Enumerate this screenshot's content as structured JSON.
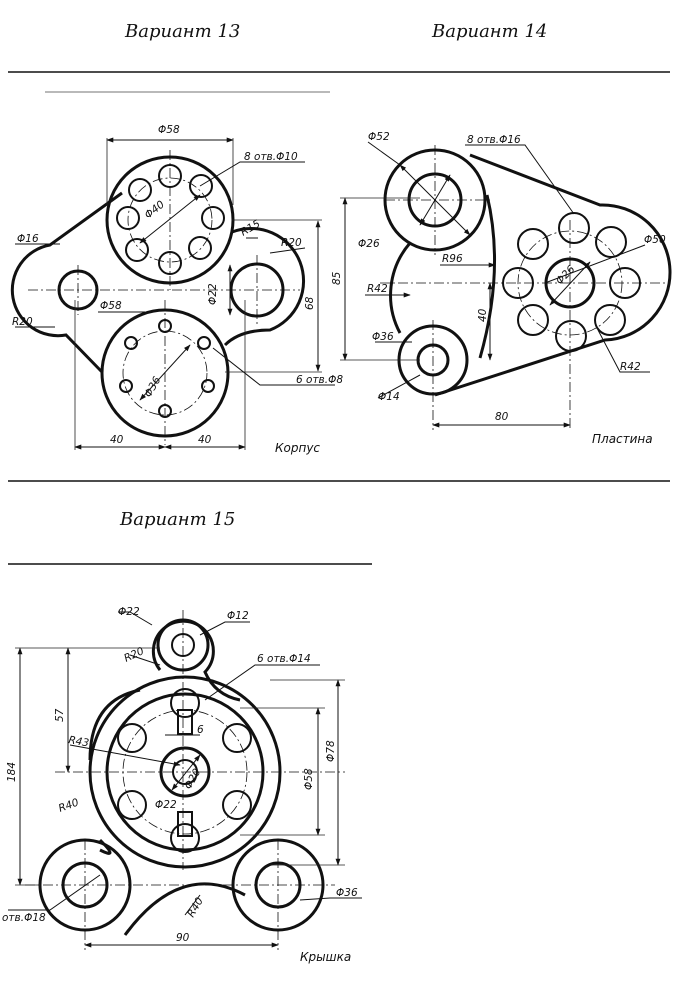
{
  "variants": {
    "v13": {
      "title": "Вариант 13",
      "caption": "Корпус",
      "dims": {
        "d58_top": "Φ58",
        "holes10": "8 отв.Φ10",
        "d40": "Φ40",
        "r15": "R15",
        "r20_right": "R20",
        "d16": "Φ16",
        "d22": "Φ22",
        "h68": "68",
        "r20_left": "R20",
        "d58_bottom": "Φ58",
        "d36": "Φ36",
        "holes8": "6 отв.Φ8",
        "w40_left": "40",
        "w40_right": "40"
      }
    },
    "v14": {
      "title": "Вариант 14",
      "caption": "Пластина",
      "dims": {
        "d52": "Φ52",
        "holes16": "8 отв.Φ16",
        "d26_left": "Φ26",
        "r96": "R96",
        "d50": "Φ50",
        "h85": "85",
        "r42_left": "R42",
        "d26_center": "Φ26",
        "h40": "40",
        "d36": "Φ36",
        "r42_right": "R42",
        "d14": "Φ14",
        "w80": "80"
      }
    },
    "v15": {
      "title": "Вариант 15",
      "caption": "Крышка",
      "dims": {
        "d22_top": "Φ22",
        "d12": "Φ12",
        "r20_top": "R20",
        "holes14": "6 отв.Φ14",
        "h57": "57",
        "r43": "R43",
        "w6": "6",
        "h184": "184",
        "d78": "Φ78",
        "d58": "Φ58",
        "d20": "Φ20",
        "d22_center": "Φ22",
        "r40_left": "R40",
        "holes18": "отв.Φ18",
        "d36": "Φ36",
        "r40_bottom": "R40",
        "w90": "90"
      }
    }
  }
}
